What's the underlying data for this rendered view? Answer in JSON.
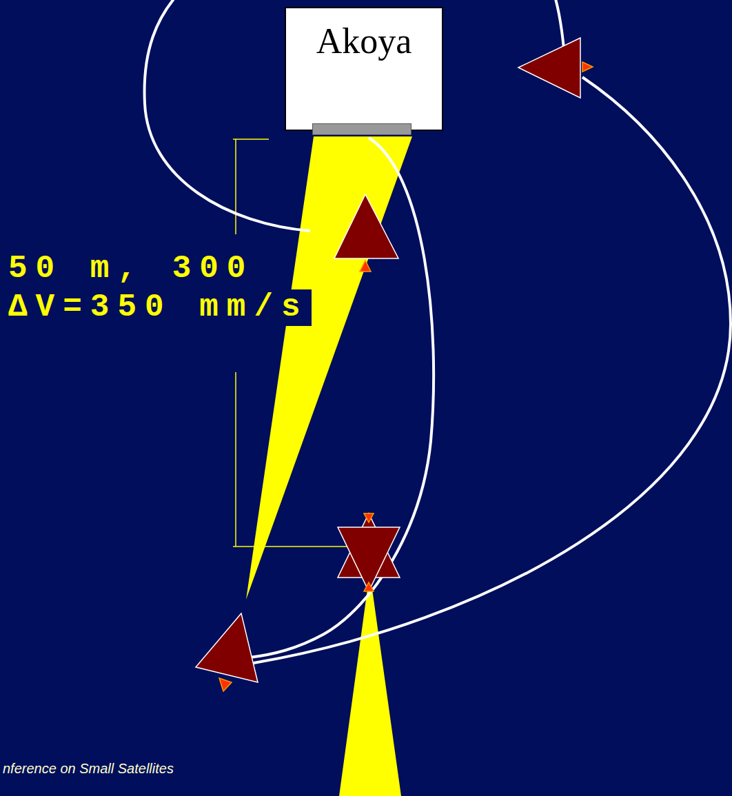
{
  "diagram": {
    "nodes": [
      {
        "text": [
          "Akoya"
        ]
      }
    ],
    "labels": [
      "50 m, 300",
      "ΔV=350 mm/s",
      "nference on Small Satellites"
    ]
  }
}
